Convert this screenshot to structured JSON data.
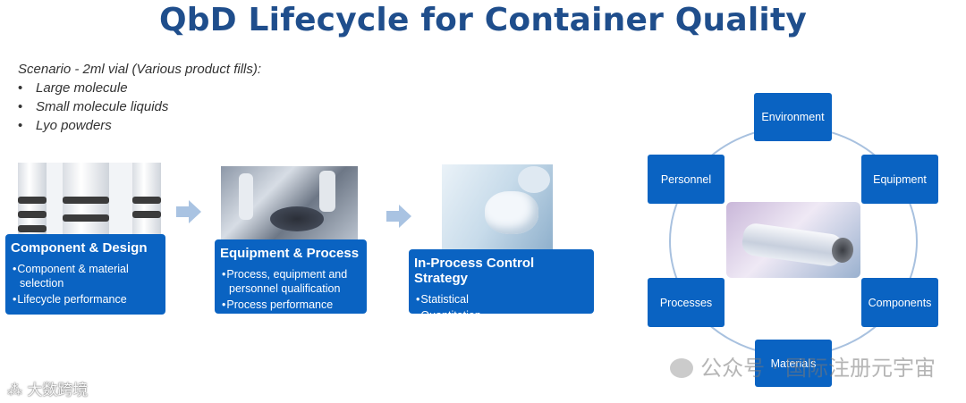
{
  "title": "QbD Lifecycle for Container Quality",
  "scenario": {
    "heading": "Scenario - 2ml vial (Various product fills):",
    "items": [
      "Large molecule",
      "Small molecule liquids",
      "Lyo powders"
    ]
  },
  "steps": [
    {
      "heading": "Component & Design",
      "bullets": [
        "Component & material selection",
        "Lifecycle performance"
      ]
    },
    {
      "heading": "Equipment & Process",
      "bullets": [
        "Process, equipment and personnel qualification",
        "Process performance"
      ]
    },
    {
      "heading": "In-Process Control Strategy",
      "bullets": [
        "Statistical",
        "Quantitation"
      ]
    }
  ],
  "cycle_nodes": [
    "Environment",
    "Equipment",
    "Components",
    "Materials",
    "Processes",
    "Personnel"
  ],
  "watermarks": {
    "right": "公众号 · 国际注册元宇宙",
    "left": "大数跨境"
  },
  "colors": {
    "title": "#1f4e8c",
    "box": "#0a63c2",
    "arrow": "#a9c3e2",
    "ring": "#a8c1df"
  }
}
